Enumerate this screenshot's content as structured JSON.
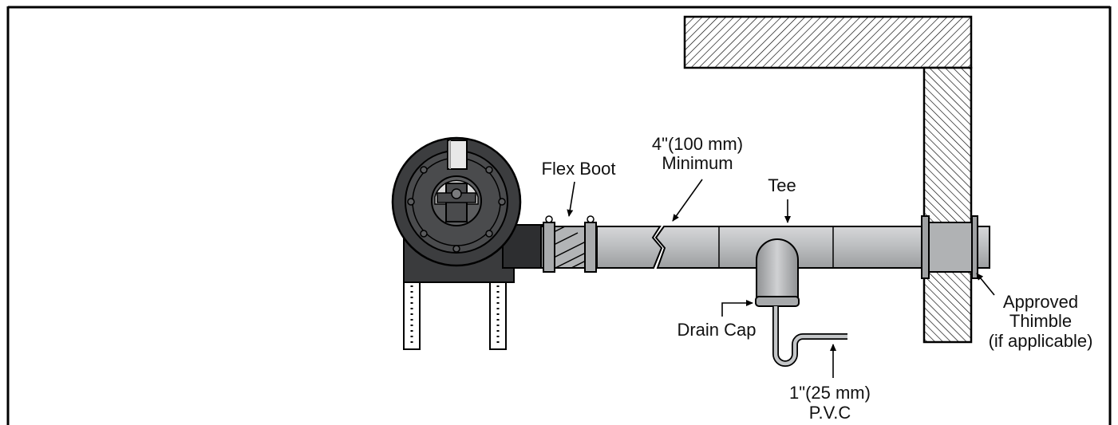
{
  "labels": {
    "flex_boot": "Flex Boot",
    "pipe_size_line1": "4\"(100 mm)",
    "pipe_size_line2": "Minimum",
    "tee": "Tee",
    "drain_cap": "Drain Cap",
    "thimble_line1": "Approved",
    "thimble_line2": "Thimble",
    "thimble_line3": "(if applicable)",
    "pvc_line1": "1\"(25 mm)",
    "pvc_line2": "P.V.C"
  },
  "colors": {
    "pipe": "#b9bbbd",
    "pipe_dark": "#8e9092",
    "blower": "#3c3d3f",
    "boot": "#b4b6b8",
    "wall_hatch": "#000000",
    "background": "#ffffff"
  }
}
